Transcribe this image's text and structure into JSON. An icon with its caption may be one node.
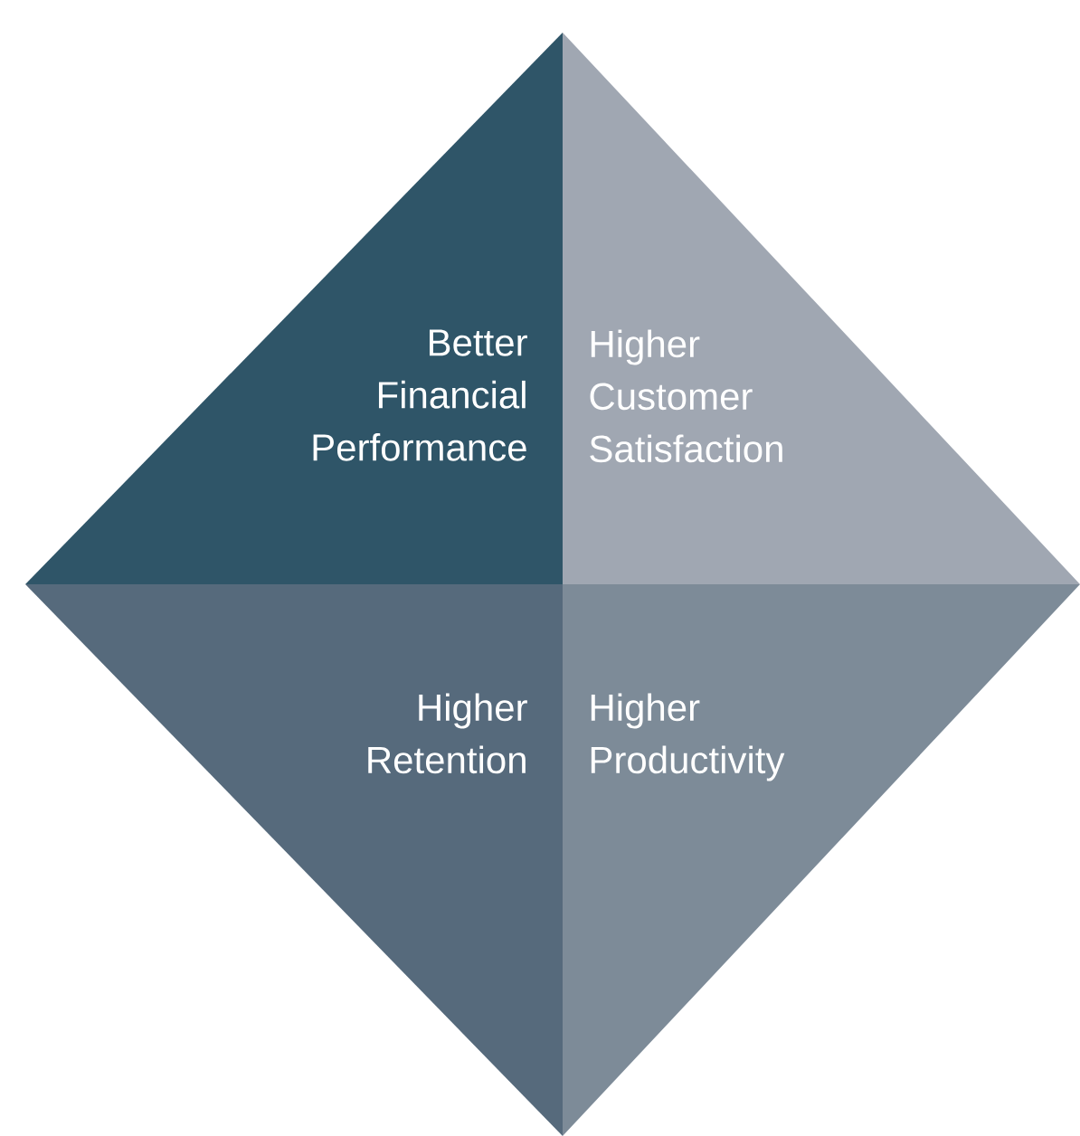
{
  "diagram": {
    "nodes": [
      {
        "text": [
          "Better Financial Performance"
        ]
      },
      {
        "text": [
          "Higher Customer Satisfaction"
        ]
      },
      {
        "text": [
          "Higher Retention"
        ]
      },
      {
        "text": [
          "Higher Productivity"
        ]
      }
    ]
  }
}
